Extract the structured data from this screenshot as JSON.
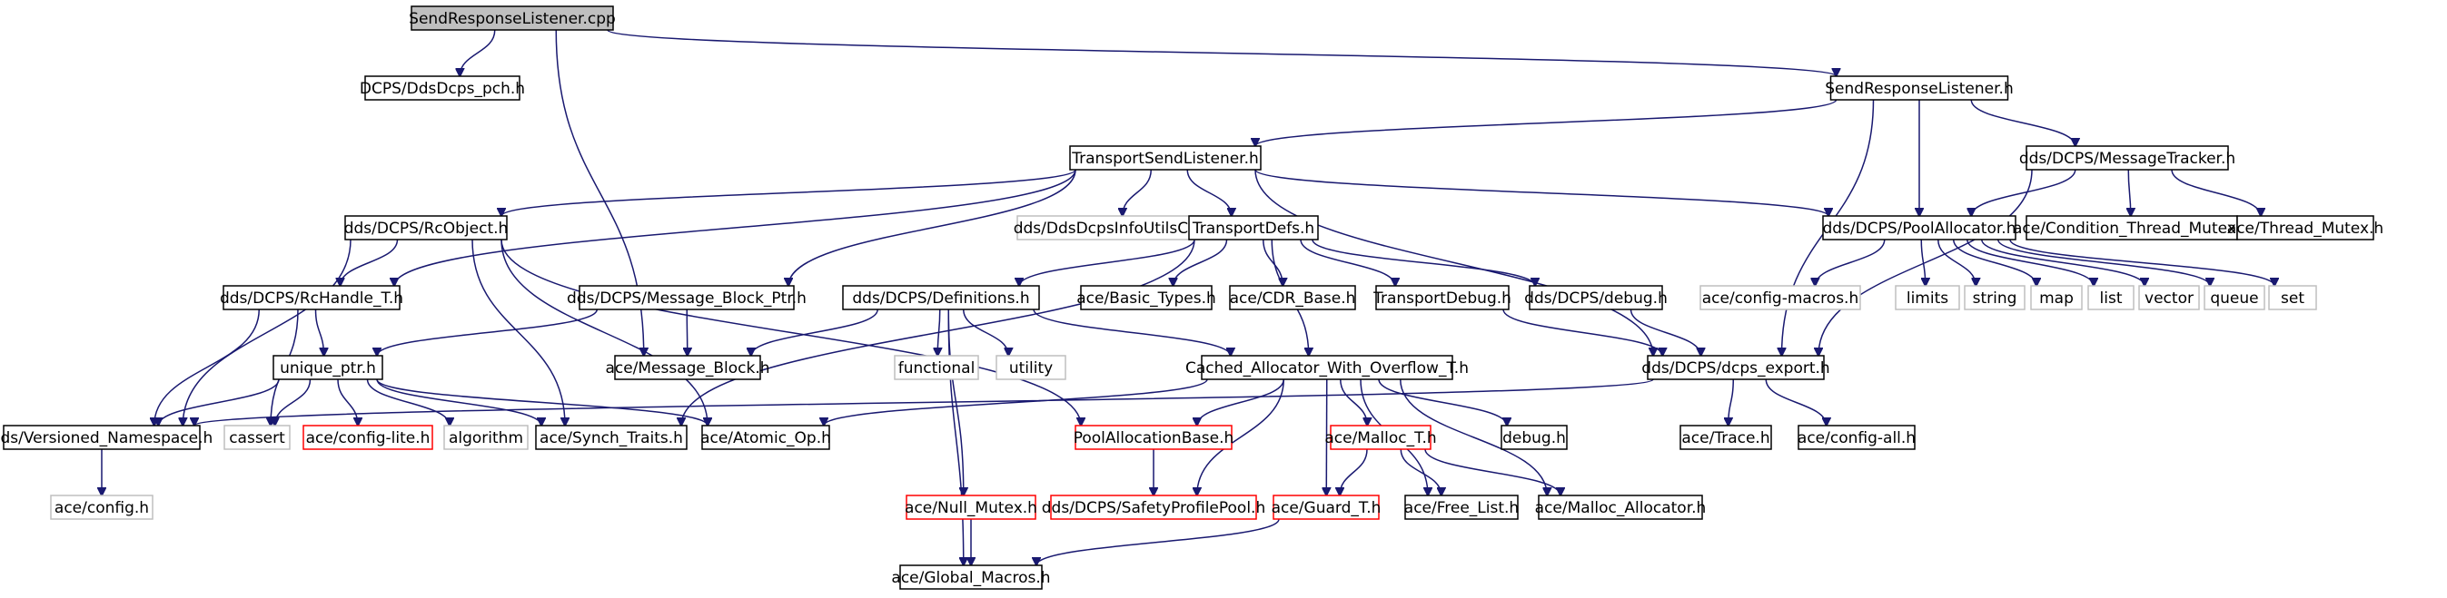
{
  "graph": {
    "nodes": [
      {
        "id": "root",
        "label": "SendResponseListener.cpp",
        "kind": "root"
      },
      {
        "id": "pch",
        "label": "DCPS/DdsDcps_pch.h",
        "kind": "normal"
      },
      {
        "id": "srl_h",
        "label": "SendResponseListener.h",
        "kind": "normal"
      },
      {
        "id": "tsl",
        "label": "TransportSendListener.h",
        "kind": "normal"
      },
      {
        "id": "mtracker",
        "label": "dds/DCPS/MessageTracker.h",
        "kind": "normal"
      },
      {
        "id": "rcobj",
        "label": "dds/DCPS/RcObject.h",
        "kind": "normal"
      },
      {
        "id": "infoutils",
        "label": "dds/DdsDcpsInfoUtilsC.h",
        "kind": "missing"
      },
      {
        "id": "tdefs",
        "label": "TransportDefs.h",
        "kind": "normal"
      },
      {
        "id": "palloc",
        "label": "dds/DCPS/PoolAllocator.h",
        "kind": "normal"
      },
      {
        "id": "condmutex",
        "label": "ace/Condition_Thread_Mutex.h",
        "kind": "normal"
      },
      {
        "id": "thrmutex",
        "label": "ace/Thread_Mutex.h",
        "kind": "normal"
      },
      {
        "id": "rchandle",
        "label": "dds/DCPS/RcHandle_T.h",
        "kind": "normal"
      },
      {
        "id": "mbptr",
        "label": "dds/DCPS/Message_Block_Ptr.h",
        "kind": "normal"
      },
      {
        "id": "defs",
        "label": "dds/DCPS/Definitions.h",
        "kind": "normal"
      },
      {
        "id": "basictypes",
        "label": "ace/Basic_Types.h",
        "kind": "normal"
      },
      {
        "id": "cdrbase",
        "label": "ace/CDR_Base.h",
        "kind": "normal"
      },
      {
        "id": "tdebug",
        "label": "TransportDebug.h",
        "kind": "normal"
      },
      {
        "id": "dcpsdebug",
        "label": "dds/DCPS/debug.h",
        "kind": "normal"
      },
      {
        "id": "cfgmacros",
        "label": "ace/config-macros.h",
        "kind": "missing"
      },
      {
        "id": "limits",
        "label": "limits",
        "kind": "missing"
      },
      {
        "id": "string",
        "label": "string",
        "kind": "missing"
      },
      {
        "id": "map",
        "label": "map",
        "kind": "missing"
      },
      {
        "id": "list",
        "label": "list",
        "kind": "missing"
      },
      {
        "id": "vector",
        "label": "vector",
        "kind": "missing"
      },
      {
        "id": "queue",
        "label": "queue",
        "kind": "missing"
      },
      {
        "id": "set",
        "label": "set",
        "kind": "missing"
      },
      {
        "id": "uniqueptr",
        "label": "unique_ptr.h",
        "kind": "normal"
      },
      {
        "id": "msgblock",
        "label": "ace/Message_Block.h",
        "kind": "normal"
      },
      {
        "id": "functional",
        "label": "functional",
        "kind": "missing"
      },
      {
        "id": "utility",
        "label": "utility",
        "kind": "missing"
      },
      {
        "id": "cached",
        "label": "Cached_Allocator_With_Overflow_T.h",
        "kind": "normal"
      },
      {
        "id": "export",
        "label": "dds/DCPS/dcps_export.h",
        "kind": "normal"
      },
      {
        "id": "versioned",
        "label": "dds/Versioned_Namespace.h",
        "kind": "normal"
      },
      {
        "id": "cassert",
        "label": "cassert",
        "kind": "missing"
      },
      {
        "id": "cfglite",
        "label": "ace/config-lite.h",
        "kind": "truncated"
      },
      {
        "id": "algorithm",
        "label": "algorithm",
        "kind": "missing"
      },
      {
        "id": "synch",
        "label": "ace/Synch_Traits.h",
        "kind": "normal"
      },
      {
        "id": "atomic",
        "label": "ace/Atomic_Op.h",
        "kind": "normal"
      },
      {
        "id": "poolallocbase",
        "label": "PoolAllocationBase.h",
        "kind": "truncated"
      },
      {
        "id": "malloct",
        "label": "ace/Malloc_T.h",
        "kind": "truncated"
      },
      {
        "id": "debugh",
        "label": "debug.h",
        "kind": "normal"
      },
      {
        "id": "trace",
        "label": "ace/Trace.h",
        "kind": "normal"
      },
      {
        "id": "cfgall",
        "label": "ace/config-all.h",
        "kind": "normal"
      },
      {
        "id": "cfgh",
        "label": "ace/config.h",
        "kind": "missing"
      },
      {
        "id": "nullmutex",
        "label": "ace/Null_Mutex.h",
        "kind": "truncated"
      },
      {
        "id": "safetypool",
        "label": "dds/DCPS/SafetyProfilePool.h",
        "kind": "truncated"
      },
      {
        "id": "guard",
        "label": "ace/Guard_T.h",
        "kind": "truncated"
      },
      {
        "id": "freelist",
        "label": "ace/Free_List.h",
        "kind": "normal"
      },
      {
        "id": "mallocalloc",
        "label": "ace/Malloc_Allocator.h",
        "kind": "normal"
      },
      {
        "id": "globalmacros",
        "label": "ace/Global_Macros.h",
        "kind": "normal"
      }
    ],
    "edges": [
      [
        "root",
        "pch"
      ],
      [
        "root",
        "srl_h"
      ],
      [
        "root",
        "msgblock"
      ],
      [
        "srl_h",
        "tsl"
      ],
      [
        "srl_h",
        "mtracker"
      ],
      [
        "srl_h",
        "palloc"
      ],
      [
        "srl_h",
        "export"
      ],
      [
        "tsl",
        "rcobj"
      ],
      [
        "tsl",
        "rchandle"
      ],
      [
        "tsl",
        "mbptr"
      ],
      [
        "tsl",
        "infoutils"
      ],
      [
        "tsl",
        "tdefs"
      ],
      [
        "tsl",
        "palloc"
      ],
      [
        "tsl",
        "export"
      ],
      [
        "mtracker",
        "palloc"
      ],
      [
        "mtracker",
        "condmutex"
      ],
      [
        "mtracker",
        "thrmutex"
      ],
      [
        "mtracker",
        "export"
      ],
      [
        "rcobj",
        "rchandle"
      ],
      [
        "rcobj",
        "versioned"
      ],
      [
        "rcobj",
        "synch"
      ],
      [
        "rcobj",
        "atomic"
      ],
      [
        "rcobj",
        "poolallocbase"
      ],
      [
        "tdefs",
        "defs"
      ],
      [
        "tdefs",
        "basictypes"
      ],
      [
        "tdefs",
        "cdrbase"
      ],
      [
        "tdefs",
        "tdebug"
      ],
      [
        "tdefs",
        "dcpsdebug"
      ],
      [
        "tdefs",
        "cached"
      ],
      [
        "tdefs",
        "synch"
      ],
      [
        "palloc",
        "cfgmacros"
      ],
      [
        "palloc",
        "limits"
      ],
      [
        "palloc",
        "string"
      ],
      [
        "palloc",
        "map"
      ],
      [
        "palloc",
        "list"
      ],
      [
        "palloc",
        "vector"
      ],
      [
        "palloc",
        "queue"
      ],
      [
        "palloc",
        "set"
      ],
      [
        "rchandle",
        "uniqueptr"
      ],
      [
        "rchandle",
        "versioned"
      ],
      [
        "rchandle",
        "cassert"
      ],
      [
        "mbptr",
        "uniqueptr"
      ],
      [
        "mbptr",
        "msgblock"
      ],
      [
        "defs",
        "msgblock"
      ],
      [
        "defs",
        "functional"
      ],
      [
        "defs",
        "utility"
      ],
      [
        "defs",
        "cached"
      ],
      [
        "defs",
        "nullmutex"
      ],
      [
        "defs",
        "globalmacros"
      ],
      [
        "tdebug",
        "export"
      ],
      [
        "dcpsdebug",
        "export"
      ],
      [
        "uniqueptr",
        "versioned"
      ],
      [
        "uniqueptr",
        "cassert"
      ],
      [
        "uniqueptr",
        "cfglite"
      ],
      [
        "uniqueptr",
        "algorithm"
      ],
      [
        "uniqueptr",
        "synch"
      ],
      [
        "uniqueptr",
        "atomic"
      ],
      [
        "cached",
        "poolallocbase"
      ],
      [
        "cached",
        "malloct"
      ],
      [
        "cached",
        "debugh"
      ],
      [
        "cached",
        "atomic"
      ],
      [
        "cached",
        "safetypool"
      ],
      [
        "cached",
        "guard"
      ],
      [
        "cached",
        "freelist"
      ],
      [
        "cached",
        "mallocalloc"
      ],
      [
        "export",
        "versioned"
      ],
      [
        "export",
        "trace"
      ],
      [
        "export",
        "cfgall"
      ],
      [
        "versioned",
        "cfgh"
      ],
      [
        "poolallocbase",
        "safetypool"
      ],
      [
        "malloct",
        "guard"
      ],
      [
        "malloct",
        "freelist"
      ],
      [
        "malloct",
        "mallocalloc"
      ],
      [
        "nullmutex",
        "globalmacros"
      ],
      [
        "guard",
        "globalmacros"
      ]
    ]
  }
}
